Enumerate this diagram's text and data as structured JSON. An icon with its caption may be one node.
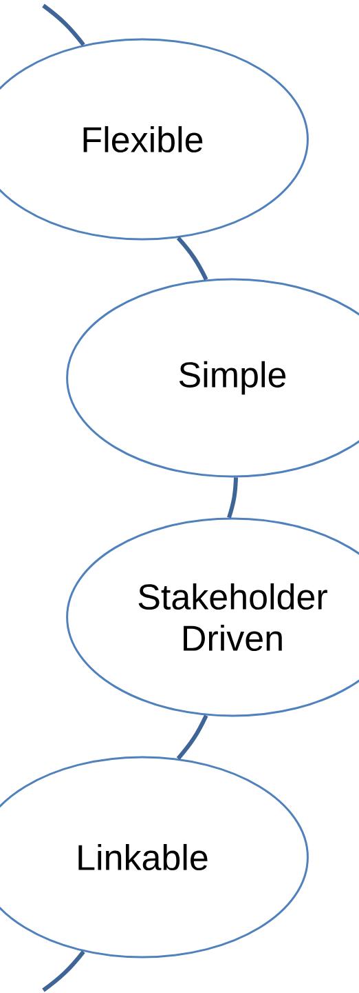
{
  "diagram": {
    "nodes": [
      {
        "text": [
          "Flexible"
        ]
      },
      {
        "text": [
          "Simple"
        ]
      },
      {
        "text": [
          "Stakeholder Driven"
        ]
      },
      {
        "text": [
          "Linkable"
        ]
      }
    ],
    "edges": [
      {
        "from": null,
        "to": 0,
        "arrow": "none"
      },
      {
        "from": 0,
        "to": 1,
        "arrow": "none"
      },
      {
        "from": 1,
        "to": 2,
        "arrow": "none"
      },
      {
        "from": 2,
        "to": 3,
        "arrow": "none"
      },
      {
        "from": 3,
        "to": null,
        "arrow": "none"
      }
    ]
  }
}
